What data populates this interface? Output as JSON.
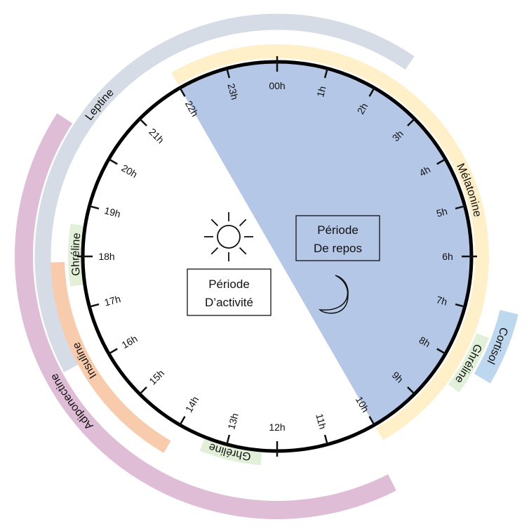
{
  "clock": {
    "hours": [
      "00h",
      "1h",
      "2h",
      "3h",
      "4h",
      "5h",
      "6h",
      "7h",
      "8h",
      "9h",
      "10h",
      "11h",
      "12h",
      "13h",
      "14h",
      "15h",
      "16h",
      "17h",
      "18h",
      "19h",
      "20h",
      "21h",
      "22h",
      "23h"
    ],
    "rest_period_hours": [
      22,
      10
    ],
    "rest_color": "#b4c7e7",
    "ring_color": "#000000"
  },
  "periods": {
    "activity": {
      "line1": "Période",
      "line2": "D’activité",
      "icon": "sun-icon"
    },
    "rest": {
      "line1": "Période",
      "line2": "De repos",
      "icon": "moon-icon"
    }
  },
  "hormones": [
    {
      "label": "Adiponectine",
      "start_hour": 10.2,
      "end_hour": 20.2,
      "color": "#e0bdd6"
    },
    {
      "label": "Leptine",
      "start_hour": 16.1,
      "end_hour": 2.3,
      "color": "#d6dce5"
    },
    {
      "label": "Cortisol",
      "start_hour": 6.9,
      "end_hour": 8.05,
      "color": "#bdd7ee"
    },
    {
      "label": "Insuline",
      "start_hour": 14.0,
      "end_hour": 17.9,
      "color": "#f8cbad"
    },
    {
      "label": "Ghréline",
      "start_hour": 7.4,
      "end_hour": 8.45,
      "color": "#e2f0d9"
    },
    {
      "label": "Mélatonine",
      "start_hour": 22.0,
      "end_hour": 10.0,
      "color": "#fff0c9"
    },
    {
      "label": "Ghréline",
      "start_hour": 17.45,
      "end_hour": 18.6,
      "color": "#e2f0d9"
    },
    {
      "label": "Ghréline",
      "start_hour": 12.3,
      "end_hour": 13.45,
      "color": "#e2f0d9"
    }
  ]
}
